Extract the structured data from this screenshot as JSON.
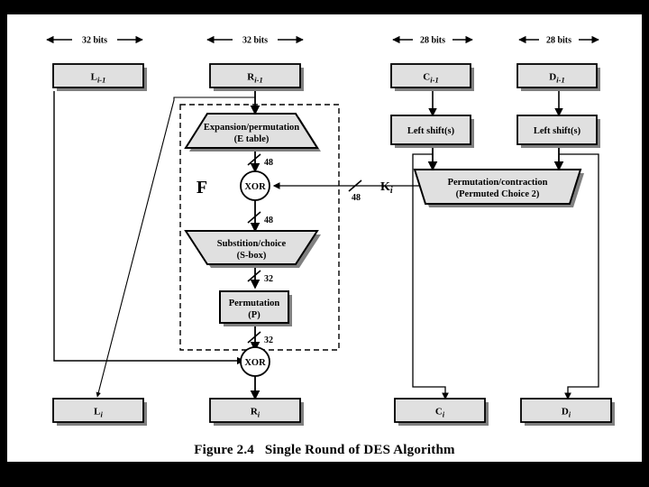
{
  "figure": {
    "caption_number": "Figure 2.4",
    "caption_title": "Single Round of DES Algorithm",
    "background_color": "#000000",
    "page_color": "#ffffff",
    "shape_fill": "#e0e0e0",
    "shape_stroke": "#000000",
    "shadow_color": "#808080"
  },
  "width_labels": {
    "left_half": "32 bits",
    "right_half": "32 bits",
    "key_c": "28 bits",
    "key_d": "28 bits"
  },
  "data_path": {
    "input_left": {
      "base": "L",
      "sub": "i-1"
    },
    "input_right": {
      "base": "R",
      "sub": "i-1"
    },
    "output_left": {
      "base": "L",
      "sub": "i"
    },
    "output_right": {
      "base": "R",
      "sub": "i"
    }
  },
  "key_path": {
    "input_c": {
      "base": "C",
      "sub": "i-1"
    },
    "input_d": {
      "base": "D",
      "sub": "i-1"
    },
    "output_c": {
      "base": "C",
      "sub": "i"
    },
    "output_d": {
      "base": "D",
      "sub": "i"
    },
    "shift_left": "Left shift(s)",
    "shift_right": "Left shift(s)",
    "pc2_line1": "Permutation/contraction",
    "pc2_line2": "(Permuted Choice 2)",
    "subkey": {
      "base": "K",
      "sub": "i"
    }
  },
  "f_function": {
    "label": "F",
    "expansion_line1": "Expansion/permutation",
    "expansion_line2": "(E table)",
    "sbox_line1": "Substition/choice",
    "sbox_line2": "(S-box)",
    "permutation_line1": "Permutation",
    "permutation_line2": "(P)",
    "xor_inner": "XOR",
    "xor_outer": "XOR"
  },
  "bit_widths": {
    "after_expansion": "48",
    "subkey_width": "48",
    "after_xor": "48",
    "after_sbox": "32",
    "after_permutation": "32"
  }
}
